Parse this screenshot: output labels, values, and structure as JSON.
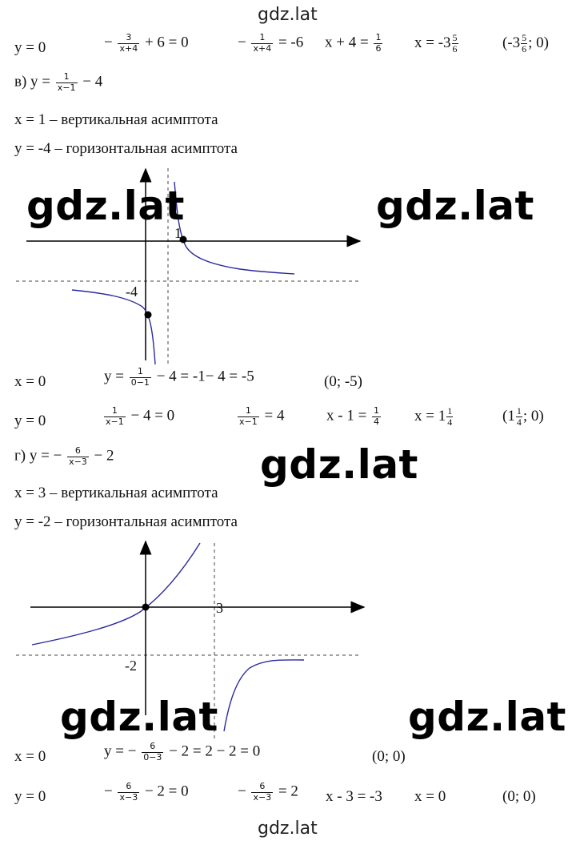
{
  "watermark": "gdz.lat",
  "row1": {
    "a": "y = 0",
    "b_pre": "−",
    "b_num": "3",
    "b_den": "x+4",
    "b_post": "+ 6 = 0",
    "c_pre": "−",
    "c_num": "1",
    "c_den": "x+4",
    "c_post": "= -6",
    "d_pre": "x + 4 =",
    "d_num": "1",
    "d_den": "6",
    "e_pre": "x = -3",
    "e_num": "5",
    "e_den": "6",
    "f_pre": "(-3",
    "f_num": "5",
    "f_den": "6",
    "f_post": "; 0)"
  },
  "part_v": {
    "label": "в) y =",
    "num": "1",
    "den": "x−1",
    "post": "− 4",
    "vert": "x = 1 – вертикальная асимптота",
    "horiz": "y = -4 – горизонтальная асимптота",
    "graph_label_1": "1",
    "graph_label_m4": "-4",
    "row_x0": {
      "a": "x = 0",
      "b_pre": "y =",
      "b_num": "1",
      "b_den": "0−1",
      "b_post": "− 4 = -1− 4 = -5",
      "c": "(0; -5)"
    },
    "row_y0": {
      "a": "y = 0",
      "b_num": "1",
      "b_den": "x−1",
      "b_post": "− 4 = 0",
      "c_num": "1",
      "c_den": "x−1",
      "c_post": "= 4",
      "d_pre": "x - 1 =",
      "d_num": "1",
      "d_den": "4",
      "e_pre": "x = 1",
      "e_num": "1",
      "e_den": "4",
      "f_pre": "(1",
      "f_num": "1",
      "f_den": "4",
      "f_post": "; 0)"
    }
  },
  "part_g": {
    "label": "г) y = −",
    "num": "6",
    "den": "x−3",
    "post": "− 2",
    "vert": "x = 3 – вертикальная асимптота",
    "horiz": "y = -2 – горизонтальная асимптота",
    "graph_label_3": "3",
    "graph_label_m2": "-2",
    "row_x0": {
      "a": "x = 0",
      "b_pre": "y = −",
      "b_num": "6",
      "b_den": "0−3",
      "b_post": "− 2 = 2 − 2 = 0",
      "c": "(0; 0)"
    },
    "row_y0": {
      "a": "y = 0",
      "b_pre": "−",
      "b_num": "6",
      "b_den": "x−3",
      "b_post": "− 2 = 0",
      "c_pre": "−",
      "c_num": "6",
      "c_den": "x−3",
      "c_post": "= 2",
      "d": "x - 3 = -3",
      "e": "x = 0",
      "f": "(0; 0)"
    }
  },
  "colors": {
    "curve": "#2a2a9e",
    "axis": "#000000",
    "asymptote": "#444444"
  }
}
